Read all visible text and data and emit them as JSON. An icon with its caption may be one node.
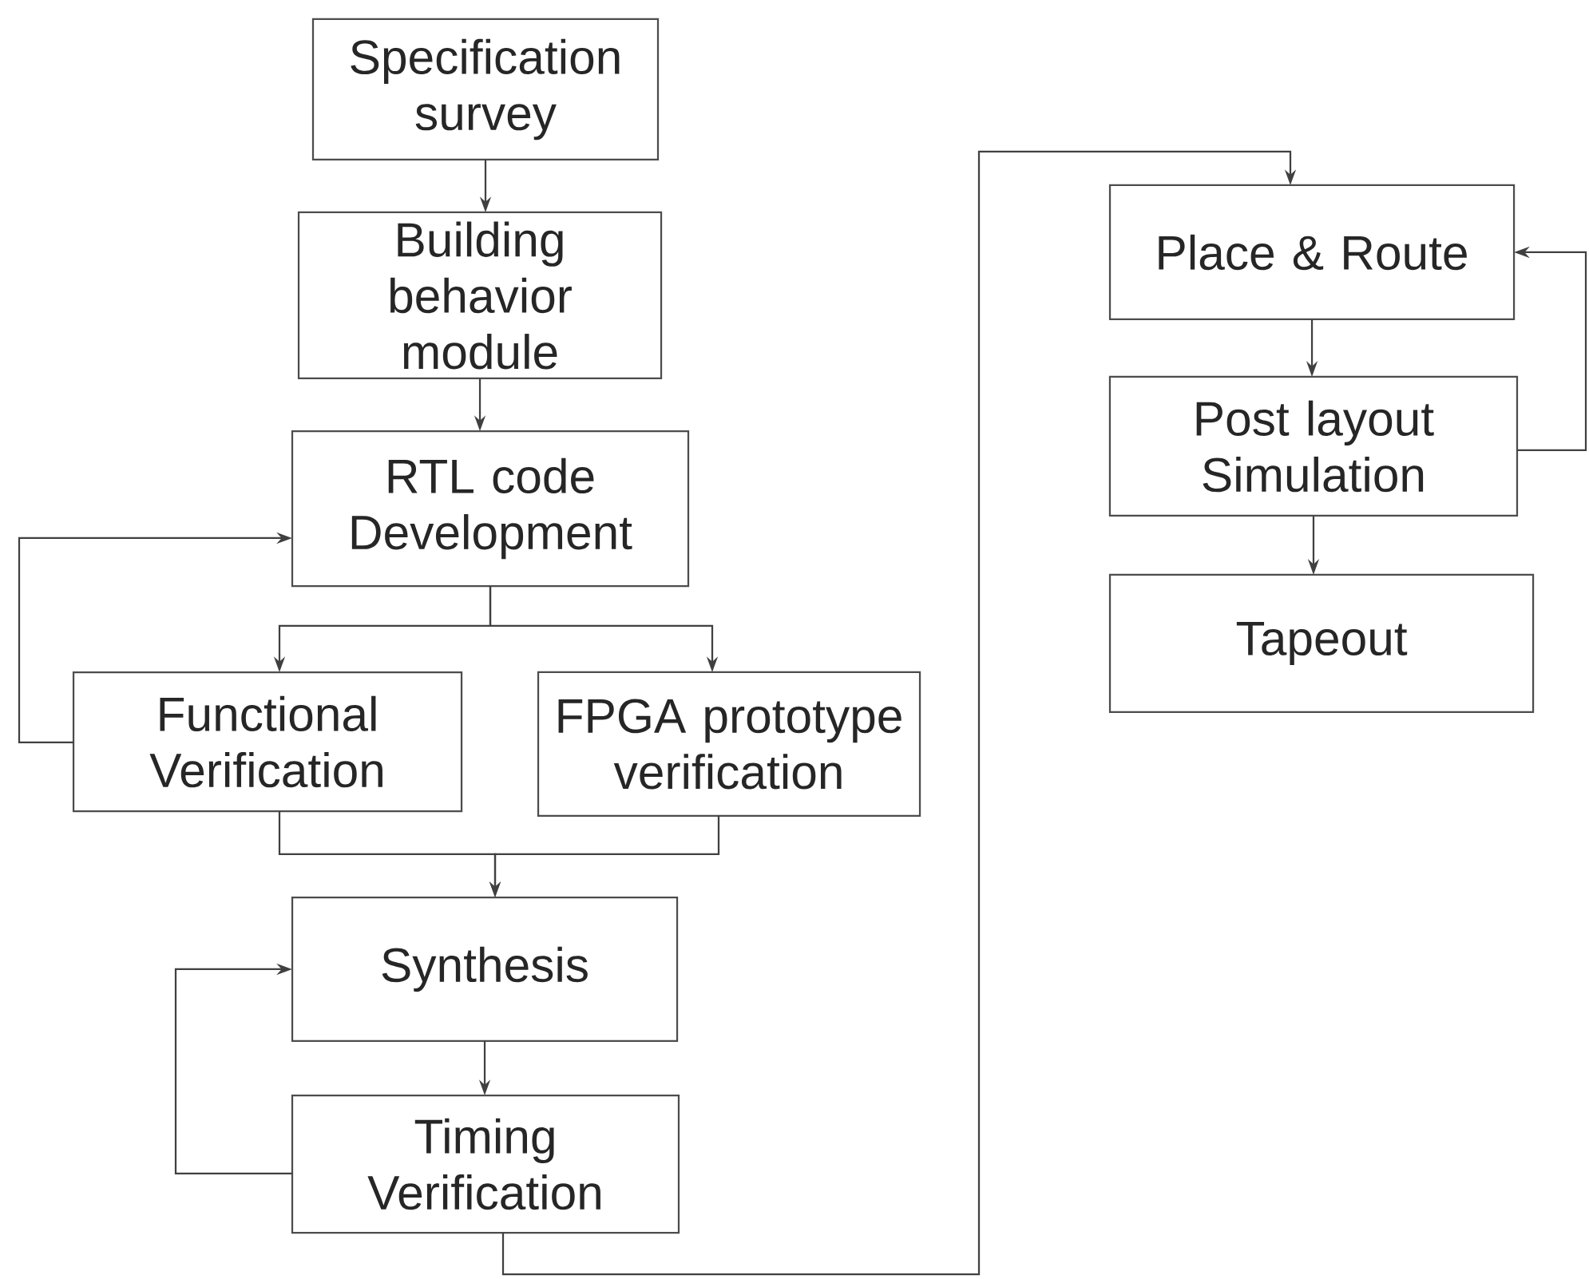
{
  "diagram": {
    "nodes": [
      {
        "text": [
          "Specification survey"
        ]
      },
      {
        "text": [
          "Building behavior module"
        ]
      },
      {
        "text": [
          "RTL code Development"
        ]
      },
      {
        "text": [
          "Functional Verification"
        ]
      },
      {
        "text": [
          "FPGA prototype verification"
        ]
      },
      {
        "text": [
          "Synthesis"
        ]
      },
      {
        "text": [
          "Timing Verification"
        ]
      },
      {
        "text": [
          "Place & Route"
        ]
      },
      {
        "text": [
          "Post layout Simulation"
        ]
      },
      {
        "text": [
          "Tapeout"
        ]
      }
    ],
    "edges": [
      {
        "from": 0,
        "to": 1,
        "arrow": "to"
      },
      {
        "from": 1,
        "to": 2,
        "arrow": "to"
      },
      {
        "from": 2,
        "to": 3,
        "arrow": "to"
      },
      {
        "from": 2,
        "to": 4,
        "arrow": "to"
      },
      {
        "from": 3,
        "to": 2,
        "arrow": "to"
      },
      {
        "from": 3,
        "to": 5,
        "arrow": "to"
      },
      {
        "from": 4,
        "to": 5,
        "arrow": "to"
      },
      {
        "from": 5,
        "to": 6,
        "arrow": "to"
      },
      {
        "from": 6,
        "to": 5,
        "arrow": "to"
      },
      {
        "from": 6,
        "to": 7,
        "arrow": "to"
      },
      {
        "from": 7,
        "to": 8,
        "arrow": "to"
      },
      {
        "from": 8,
        "to": 9,
        "arrow": "to"
      },
      {
        "from": 8,
        "to": 7,
        "arrow": "to"
      }
    ]
  }
}
